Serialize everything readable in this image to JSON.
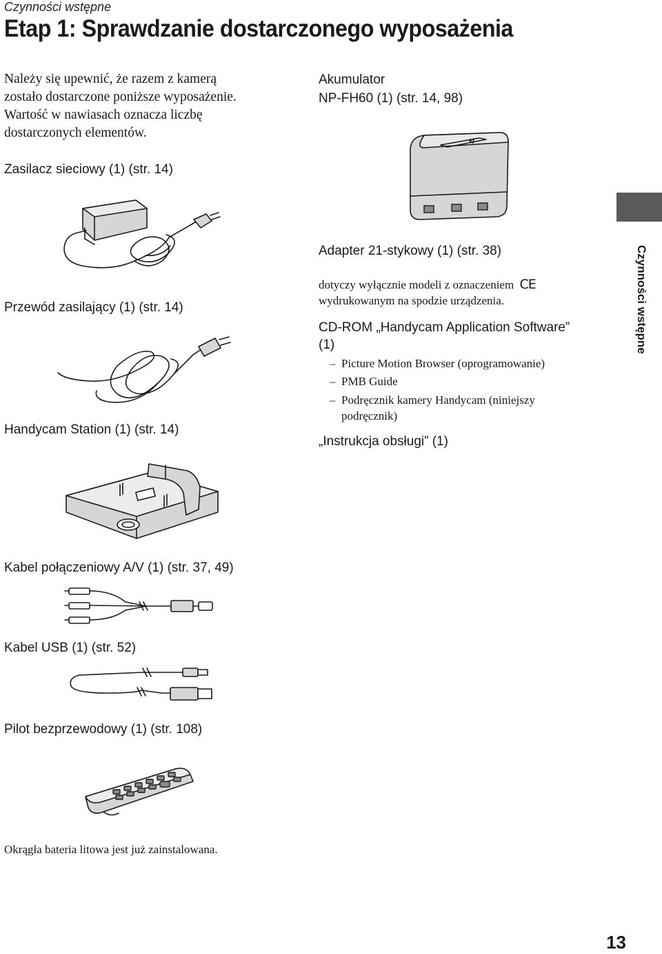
{
  "header": {
    "section": "Czynności wstępne",
    "title": "Etap 1: Sprawdzanie dostarczonego wyposażenia"
  },
  "intro": [
    "Należy się upewnić, że razem z kamerą",
    "zostało dostarczone poniższe wyposażenie.",
    "Wartość w nawiasach oznacza liczbę",
    "dostarczonych elementów."
  ],
  "items": {
    "ac_adaptor": "Zasilacz sieciowy (1) (str. 14)",
    "power_cord": "Przewód zasilający (1) (str. 14)",
    "handycam_station": "Handycam Station (1) (str. 14)",
    "av_cable": "Kabel połączeniowy A/V (1) (str. 37, 49)",
    "usb_cable": "Kabel USB (1) (str. 52)",
    "remote": "Pilot bezprzewodowy (1) (str. 108)",
    "battery_name": "Akumulator",
    "battery_model": "NP-FH60 (1) (str. 14, 98)",
    "adapter_21pin": "Adapter 21-stykowy (1) (str. 38)",
    "adapter_note_1": "dotyczy wyłącznie modeli z oznaczeniem",
    "ce_mark": "CE",
    "adapter_note_2": "wydrukowanym na spodzie urządzenia.",
    "cdrom_line1": "CD-ROM „Handycam Application Software”",
    "cdrom_line2": "(1)",
    "cdrom_sub": [
      "Picture Motion Browser (oprogramowanie)",
      "PMB Guide",
      "Podręcznik kamery Handycam (niniejszy",
      "podręcznik)"
    ],
    "manual": "„Instrukcja obsługi” (1)"
  },
  "remote_note": "Okrągła bateria litowa jest już zainstalowana.",
  "side_tab": "Czynności wstępne",
  "page_number": "13"
}
